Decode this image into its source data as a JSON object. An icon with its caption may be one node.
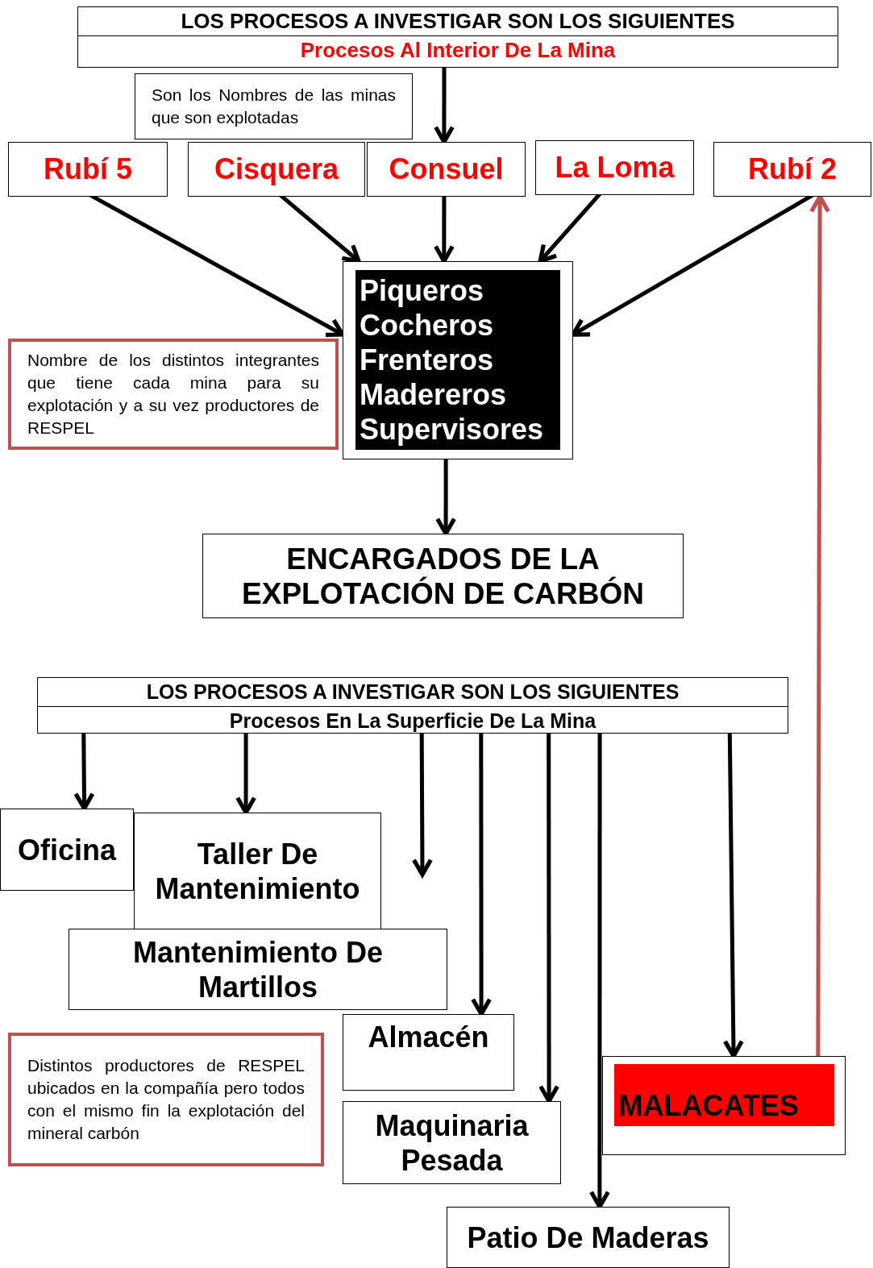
{
  "diagram": {
    "nodes": [
      {
        "text": [
          "LOS PROCESOS A INVESTIGAR SON LOS SIGUIENTES",
          "Procesos Al Interior De La Mina"
        ]
      },
      {
        "text": [
          "Son los Nombres de las minas que son explotadas"
        ]
      },
      {
        "text": [
          "Rubí 5"
        ]
      },
      {
        "text": [
          "Cisquera"
        ]
      },
      {
        "text": [
          "Consuel"
        ]
      },
      {
        "text": [
          "La Loma"
        ]
      },
      {
        "text": [
          "Rubí 2"
        ]
      },
      {
        "text": [
          "Piqueros",
          "Cocheros",
          "Frenteros",
          "Madereros",
          "Supervisores"
        ]
      },
      {
        "text": [
          "Nombre de los distintos integrantes que tiene cada mina para su explotación y a su vez productores de RESPEL"
        ]
      },
      {
        "text": [
          "ENCARGADOS DE LA EXPLOTACIÓN DE CARBÓN"
        ]
      },
      {
        "text": [
          "LOS PROCESOS A INVESTIGAR SON LOS SIGUIENTES",
          "Procesos En La Superficie De La Mina"
        ]
      },
      {
        "text": [
          "Oficina"
        ]
      },
      {
        "text": [
          "Taller De Mantenimiento"
        ]
      },
      {
        "text": [
          "Mantenimiento De Martillos"
        ]
      },
      {
        "text": [
          "Distintos productores de RESPEL ubicados en la compañía pero todos con el mismo fin la explotación del mineral carbón"
        ]
      },
      {
        "text": [
          "Almacén"
        ]
      },
      {
        "text": [
          "Maquinaria Pesada"
        ]
      },
      {
        "text": [
          "MALACATES"
        ]
      },
      {
        "text": [
          "Patio De Maderas"
        ]
      }
    ],
    "edges": [
      {
        "from": 0,
        "to": 4,
        "arrow": "to"
      },
      {
        "from": 2,
        "to": 7,
        "arrow": "to"
      },
      {
        "from": 3,
        "to": 7,
        "arrow": "to"
      },
      {
        "from": 4,
        "to": 7,
        "arrow": "to"
      },
      {
        "from": 5,
        "to": 7,
        "arrow": "to"
      },
      {
        "from": 6,
        "to": 7,
        "arrow": "to"
      },
      {
        "from": 7,
        "to": 9,
        "arrow": "to"
      },
      {
        "from": 10,
        "to": 11,
        "arrow": "to"
      },
      {
        "from": 10,
        "to": 12,
        "arrow": "to"
      },
      {
        "from": 10,
        "to": null,
        "arrow": "to"
      },
      {
        "from": 10,
        "to": 15,
        "arrow": "to"
      },
      {
        "from": 10,
        "to": 16,
        "arrow": "to"
      },
      {
        "from": 10,
        "to": 18,
        "arrow": "to"
      },
      {
        "from": 10,
        "to": 17,
        "arrow": "to"
      },
      {
        "from": 17,
        "to": 6,
        "arrow": "to",
        "color": "#c0504d"
      }
    ]
  }
}
